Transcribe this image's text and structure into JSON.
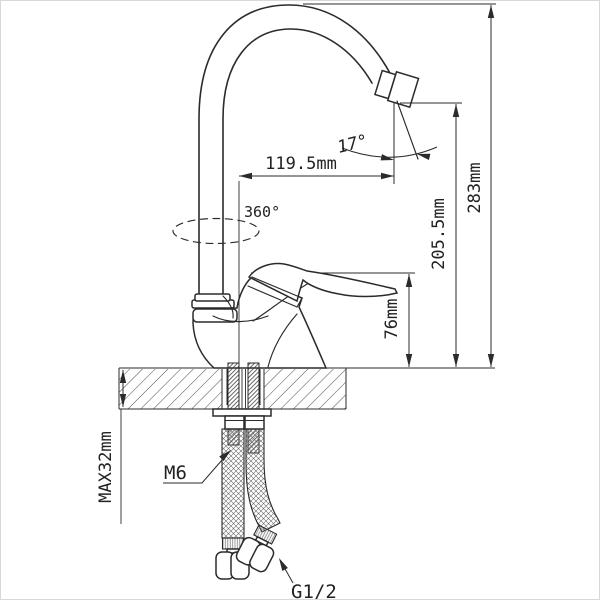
{
  "page": {
    "background": "#ffffff",
    "frame_color": "#d8d8d8",
    "line_color": "#2b2b2b"
  },
  "drawing": {
    "kind": "faucet-installation-technical-drawing",
    "annotations": {
      "spout_reach": "119.5mm",
      "swivel_angle": "360°",
      "outlet_angle": "17°",
      "overall_height": "283mm",
      "outlet_height": "205.5mm",
      "body_height": "76mm",
      "max_mount_thickness": "MAX32mm",
      "mount_stud_thread": "M6",
      "hose_thread": "G1/2"
    }
  }
}
